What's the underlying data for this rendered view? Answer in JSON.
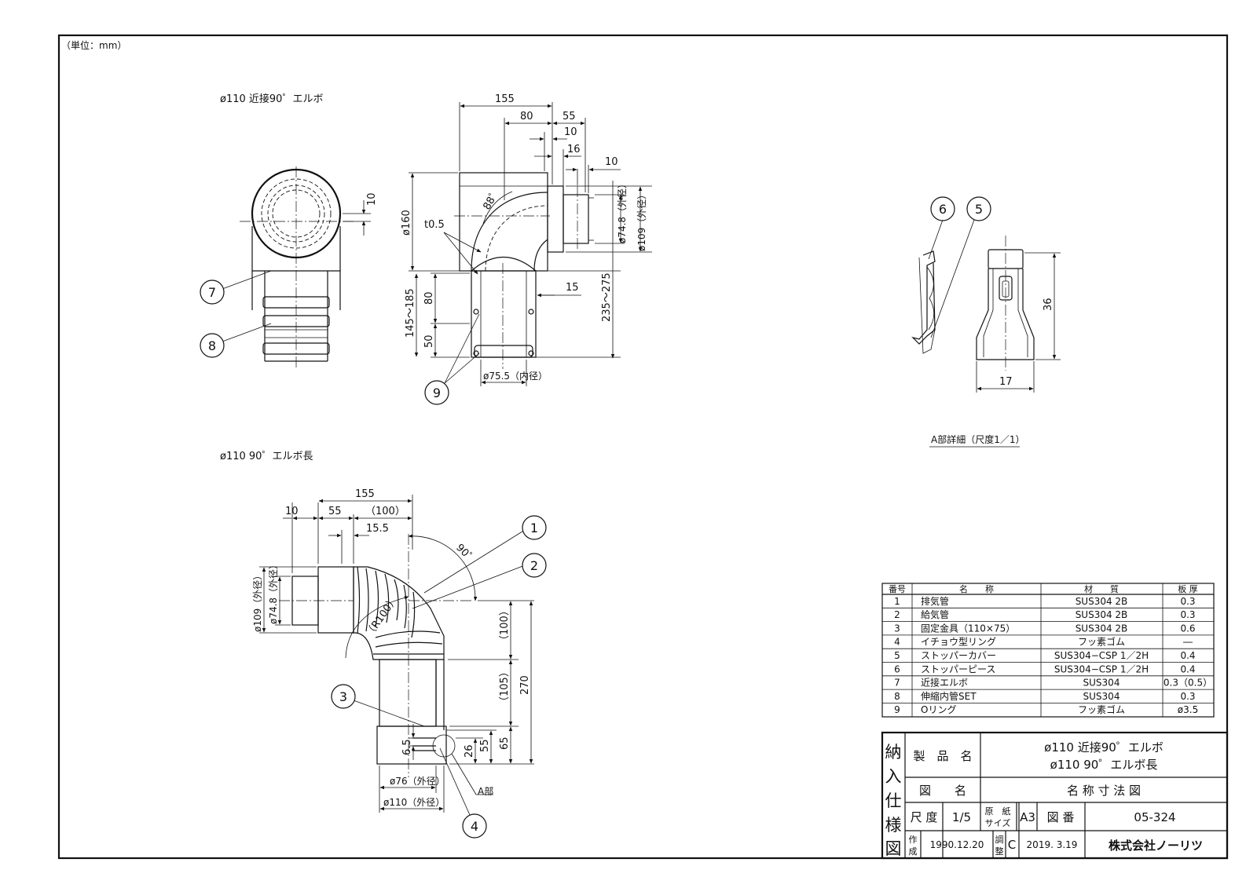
{
  "unit_note": "（単位：mm）",
  "views": {
    "top_title": "ø110 近接90゜エルボ",
    "bottom_title": "ø110 90゜エルボ長",
    "detail_title": "A部詳細（尺度1／1）",
    "region_label": "A部"
  },
  "dimensions": {
    "d155a": "155",
    "d80": "80",
    "d55a": "55",
    "d10a": "10",
    "d16": "16",
    "d10b": "10",
    "d10c": "10",
    "d160": "ø160",
    "t05": "t0.5",
    "d88": "88゜",
    "d748a": "ø74.8（外径）",
    "d109a": "ø109（外径）",
    "d235": "235〜275",
    "d15": "15",
    "d80b": "80",
    "d145": "145〜185",
    "d50": "50",
    "d755": "ø75.5（内径）",
    "d155b": "155",
    "d10d": "10",
    "d55b": "55",
    "d100a": "（100）",
    "d155c": "15.5",
    "d90": "90゜",
    "dR100": "（R100）",
    "d109b": "ø109（外径）",
    "d748b": "ø74.8（外径）",
    "d100b": "（100）",
    "d105": "（105）",
    "d270": "270",
    "d65": "65",
    "d55c": "55",
    "d26": "26",
    "d65b": "6.5",
    "d76": "ø76（外径）",
    "d110": "ø110（外径）",
    "d36": "36",
    "d17": "17"
  },
  "balloons": [
    "1",
    "2",
    "3",
    "4",
    "5",
    "6",
    "7",
    "8",
    "9"
  ],
  "parts_table": {
    "headers": [
      "番号",
      "名　　称",
      "材　　質",
      "板 厚"
    ],
    "rows": [
      [
        "1",
        "排気管",
        "SUS304 2B",
        "0.3"
      ],
      [
        "2",
        "給気管",
        "SUS304 2B",
        "0.3"
      ],
      [
        "3",
        "固定金具（110×75）",
        "SUS304 2B",
        "0.6"
      ],
      [
        "4",
        "イチョウ型リング",
        "フッ素ゴム",
        "―"
      ],
      [
        "5",
        "ストッパーカバー",
        "SUS304−CSP 1／2H",
        "0.4"
      ],
      [
        "6",
        "ストッパーピース",
        "SUS304−CSP 1／2H",
        "0.4"
      ],
      [
        "7",
        "近接エルボ",
        "SUS304",
        "0.3（0.5）"
      ],
      [
        "8",
        "伸縮内管SET",
        "SUS304",
        "0.3"
      ],
      [
        "9",
        "Oリング",
        "フッ素ゴム",
        "ø3.5"
      ]
    ]
  },
  "title_block": {
    "side": [
      "納",
      "入",
      "仕",
      "様",
      "図"
    ],
    "product_label": "製　品　名",
    "product_line1": "ø110 近接90゜エルボ",
    "product_line2": "ø110 90゜エルボ長",
    "drawing_label": "図　　名",
    "drawing_name": "名 称 寸 法 図",
    "scale_label": "尺 度",
    "scale_value": "1/5",
    "paper_label_1": "原　紙",
    "paper_label_2": "サイズ",
    "paper_value": "A3",
    "number_label": "図 番",
    "number_value": "05-324",
    "created_label_1": "作",
    "created_label_2": "成",
    "created_date": "1990.12.20",
    "revised_label_1": "調",
    "revised_label_2": "整",
    "revision": "C",
    "revised_date": "2019. 3.19",
    "company": "株式会社ノーリツ"
  }
}
